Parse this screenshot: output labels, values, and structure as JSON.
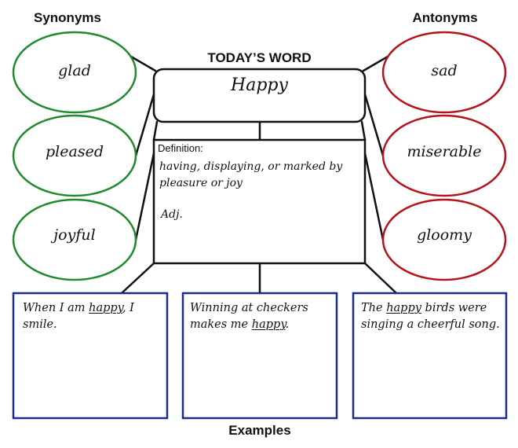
{
  "headings": {
    "synonyms": "Synonyms",
    "antonyms": "Antonyms",
    "todays_word": "TODAY’S WORD",
    "examples": "Examples"
  },
  "word": {
    "value": "Happy"
  },
  "definition": {
    "label": "Definition:",
    "text": "having, displaying, or marked by pleasure or joy",
    "part_of_speech": "Adj."
  },
  "synonyms": [
    {
      "label": "glad"
    },
    {
      "label": "pleased"
    },
    {
      "label": "joyful"
    }
  ],
  "antonyms": [
    {
      "label": "sad"
    },
    {
      "label": "miserable"
    },
    {
      "label": "gloomy"
    }
  ],
  "examples": [
    {
      "before": "When I am ",
      "highlight": "happy",
      "after": ", I smile."
    },
    {
      "before": "Winning at checkers makes me ",
      "highlight": "happy",
      "after": "."
    },
    {
      "before": "The ",
      "highlight": "happy",
      "after": " birds were singing a cheerful song."
    }
  ],
  "colors": {
    "synonym_stroke": "#1f8a2e",
    "antonym_stroke": "#b5121b",
    "example_stroke": "#1c2a8c",
    "line_stroke": "#111111"
  }
}
